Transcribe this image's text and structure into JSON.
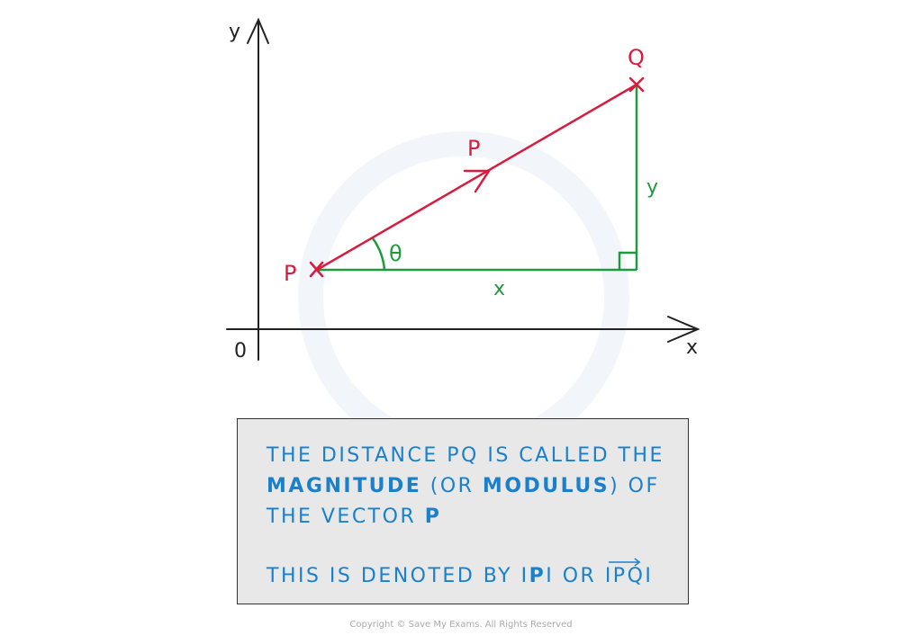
{
  "colors": {
    "vector": "#d81b3e",
    "components": "#1f9a3e",
    "text": "#1a80cc",
    "axes": "#222222",
    "box_fill": "#e8e8e8"
  },
  "diagram": {
    "axis_y_label": "y",
    "axis_x_label": "x",
    "origin_label": "0",
    "point_start": "P",
    "point_end": "Q",
    "vector_label": "P",
    "horizontal_label": "x",
    "vertical_label": "y",
    "angle_label": "θ"
  },
  "info_box": {
    "line1": "THE DISTANCE PQ IS CALLED THE",
    "line2_bold1": "MAGNITUDE",
    "line2_mid": " (OR ",
    "line2_bold2": "MODULUS",
    "line2_end": ")  OF",
    "line3_start": "THE VECTOR ",
    "line3_bold": "P",
    "line4_start": "THIS IS DENOTED BY ",
    "line4_bar1": "I",
    "line4_bold": "P",
    "line4_bar2": "I",
    "line4_or": " OR ",
    "line4_vec": "IPQI"
  },
  "copyright": "Copyright © Save My Exams. All Rights Reserved"
}
